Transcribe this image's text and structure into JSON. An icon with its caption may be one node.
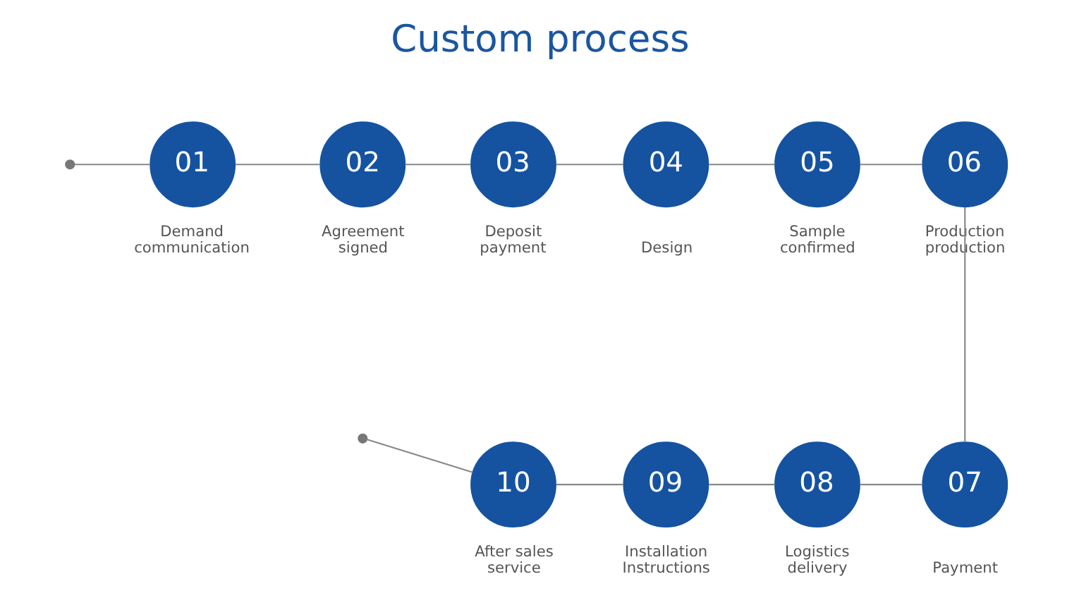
{
  "diagram": {
    "title": "Custom process",
    "nodes": [
      {
        "text": [],
        "shape": "circle"
      },
      {
        "text": [
          "01"
        ],
        "beside": [
          "Demand communication"
        ]
      },
      {
        "text": [
          "02"
        ],
        "beside": [
          "Agreement signed"
        ]
      },
      {
        "text": [
          "03"
        ],
        "beside": [
          "Deposit payment"
        ]
      },
      {
        "text": [
          "04"
        ],
        "beside": [
          "Design"
        ]
      },
      {
        "text": [
          "05"
        ],
        "beside": [
          "Sample confirmed"
        ]
      },
      {
        "text": [
          "06"
        ],
        "beside": [
          "Production production"
        ]
      },
      {
        "text": [
          "07"
        ],
        "beside": [
          "Payment"
        ]
      },
      {
        "text": [
          "08"
        ],
        "beside": [
          "Logistics delivery"
        ]
      },
      {
        "text": [
          "09"
        ],
        "beside": [
          "Installation Instructions"
        ]
      },
      {
        "text": [
          "10"
        ],
        "beside": [
          "After sales service"
        ]
      },
      {
        "text": [],
        "shape": "circle"
      }
    ],
    "edges": [
      {
        "from": 0,
        "to": 1,
        "arrow": "none"
      },
      {
        "from": 1,
        "to": 2,
        "arrow": "none"
      },
      {
        "from": 2,
        "to": 3,
        "arrow": "none"
      },
      {
        "from": 3,
        "to": 4,
        "arrow": "none"
      },
      {
        "from": 4,
        "to": 5,
        "arrow": "none"
      },
      {
        "from": 5,
        "to": 6,
        "arrow": "none"
      },
      {
        "from": 6,
        "to": 7,
        "arrow": "none"
      },
      {
        "from": 7,
        "to": 8,
        "arrow": "none"
      },
      {
        "from": 8,
        "to": 9,
        "arrow": "none"
      },
      {
        "from": 9,
        "to": 10,
        "arrow": "none"
      },
      {
        "from": 10,
        "to": 11,
        "arrow": "none"
      }
    ]
  }
}
